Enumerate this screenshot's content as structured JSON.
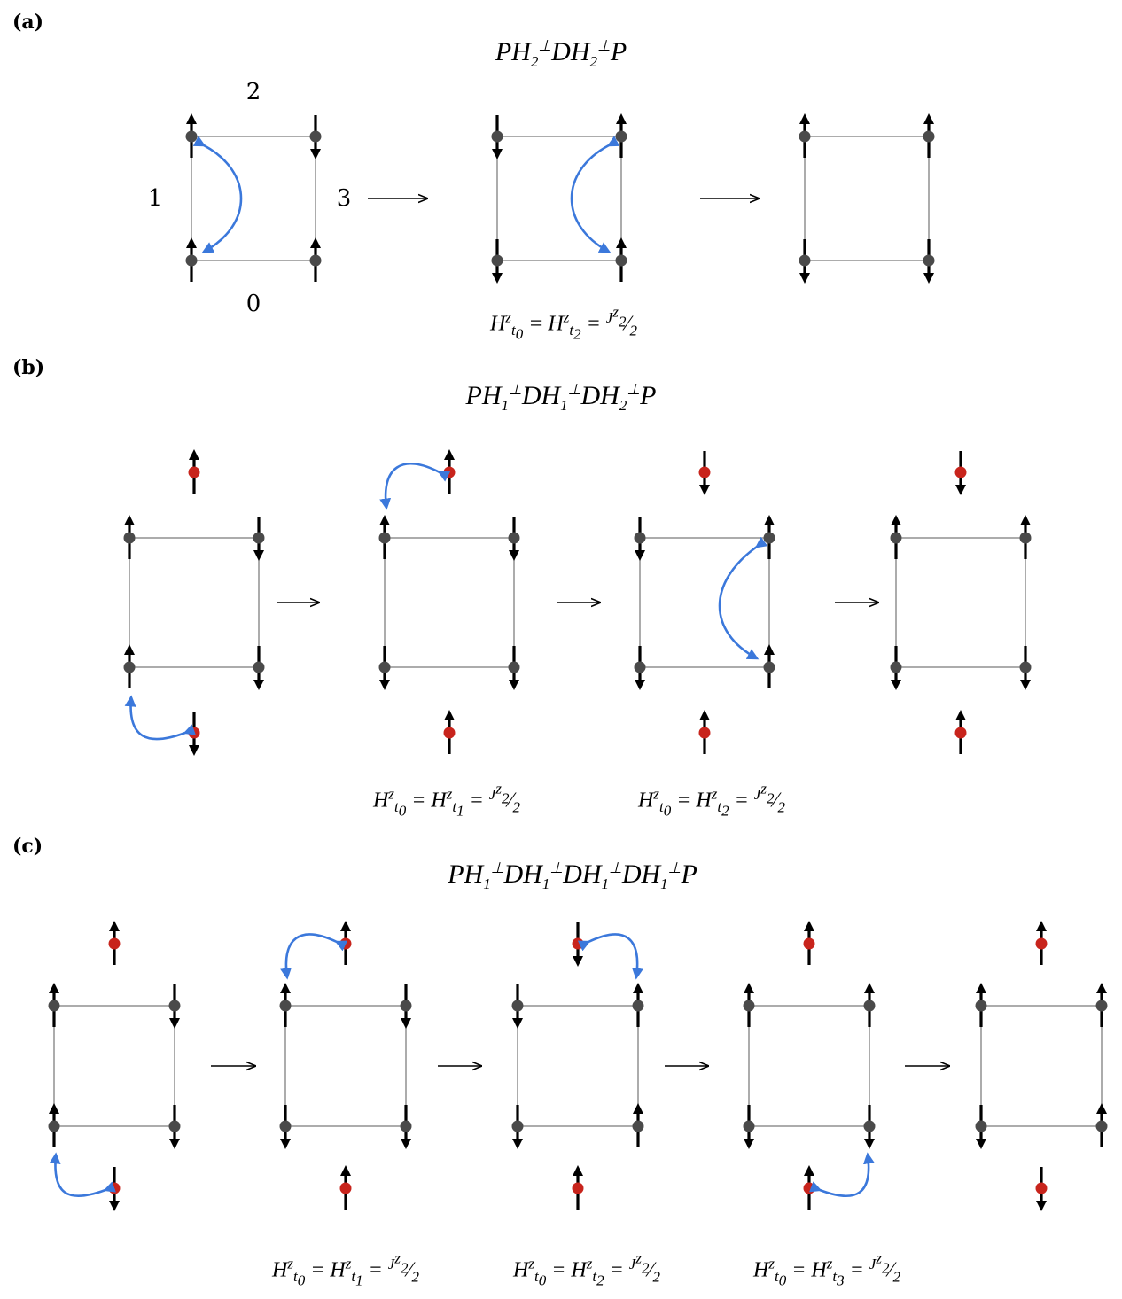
{
  "colors": {
    "plaquette_site": "#4a4a4a",
    "external_site": "#c8241c",
    "exchange_arrow": "#3b78db",
    "bond": "#808080",
    "spin": "#000000"
  },
  "panels": [
    {
      "label": "(a)",
      "formula": "PH<sub>2</sub><sup>⊥</sup>DH<sub>2</sub><sup>⊥</sup>P",
      "site_labels": [
        "0",
        "1",
        "2",
        "3"
      ],
      "equations": [
        "H<sup>z</sup><sub>t<sub>0</sub></sub> = H<sup>z</sup><sub>t<sub>2</sub></sub> = <sup>J<sup>z</sup><sub>2</sub></sup>⁄<sub>2</sub>"
      ],
      "configs": [
        {
          "spins": [
            "up",
            "up",
            "down",
            "up"
          ]
        },
        {
          "spins": [
            "down",
            "down",
            "up",
            "up"
          ]
        },
        {
          "spins": [
            "down",
            "up",
            "up",
            "down"
          ]
        }
      ]
    },
    {
      "label": "(b)",
      "formula": "PH<sub>1</sub><sup>⊥</sup>DH<sub>1</sub><sup>⊥</sup>DH<sub>2</sub><sup>⊥</sup>P",
      "equations": [
        "H<sup>z</sup><sub>t<sub>0</sub></sub> = H<sup>z</sup><sub>t<sub>1</sub></sub> = <sup>J<sup>z</sup><sub>2</sub></sup>⁄<sub>2</sub>",
        "H<sup>z</sup><sub>t<sub>0</sub></sub> = H<sup>z</sup><sub>t<sub>2</sub></sub> = <sup>J<sup>z</sup><sub>2</sub></sup>⁄<sub>2</sub>"
      ],
      "configs": [
        {
          "spins": [
            "up",
            "up",
            "down",
            "down"
          ],
          "top": "up",
          "bottom": "down"
        },
        {
          "spins": [
            "down",
            "up",
            "down",
            "down"
          ],
          "top": "up",
          "bottom": "up"
        },
        {
          "spins": [
            "down",
            "down",
            "up",
            "up"
          ],
          "top": "down",
          "bottom": "up"
        },
        {
          "spins": [
            "down",
            "up",
            "up",
            "down"
          ],
          "top": "down",
          "bottom": "up"
        }
      ]
    },
    {
      "label": "(c)",
      "formula": "PH<sub>1</sub><sup>⊥</sup>DH<sub>1</sub><sup>⊥</sup>DH<sub>1</sub><sup>⊥</sup>DH<sub>1</sub><sup>⊥</sup>P",
      "equations": [
        "H<sup>z</sup><sub>t<sub>0</sub></sub> = H<sup>z</sup><sub>t<sub>1</sub></sub> = <sup>J<sup>z</sup><sub>2</sub></sup>⁄<sub>2</sub>",
        "H<sup>z</sup><sub>t<sub>0</sub></sub> = H<sup>z</sup><sub>t<sub>2</sub></sub> = <sup>J<sup>z</sup><sub>2</sub></sup>⁄<sub>2</sub>",
        "H<sup>z</sup><sub>t<sub>0</sub></sub> = H<sup>z</sup><sub>t<sub>3</sub></sub> = <sup>J<sup>z</sup><sub>2</sub></sup>⁄<sub>2</sub>"
      ],
      "configs": [
        {
          "spins": [
            "up",
            "up",
            "down",
            "down"
          ],
          "top": "up",
          "bottom": "down"
        },
        {
          "spins": [
            "down",
            "up",
            "down",
            "down"
          ],
          "top": "up",
          "bottom": "up"
        },
        {
          "spins": [
            "down",
            "down",
            "up",
            "up"
          ],
          "top": "down",
          "bottom": "up"
        },
        {
          "spins": [
            "down",
            "up",
            "up",
            "down"
          ],
          "top": "up",
          "bottom": "up"
        },
        {
          "spins": [
            "down",
            "up",
            "up",
            "up"
          ],
          "top": "up",
          "bottom": "down"
        }
      ]
    }
  ]
}
